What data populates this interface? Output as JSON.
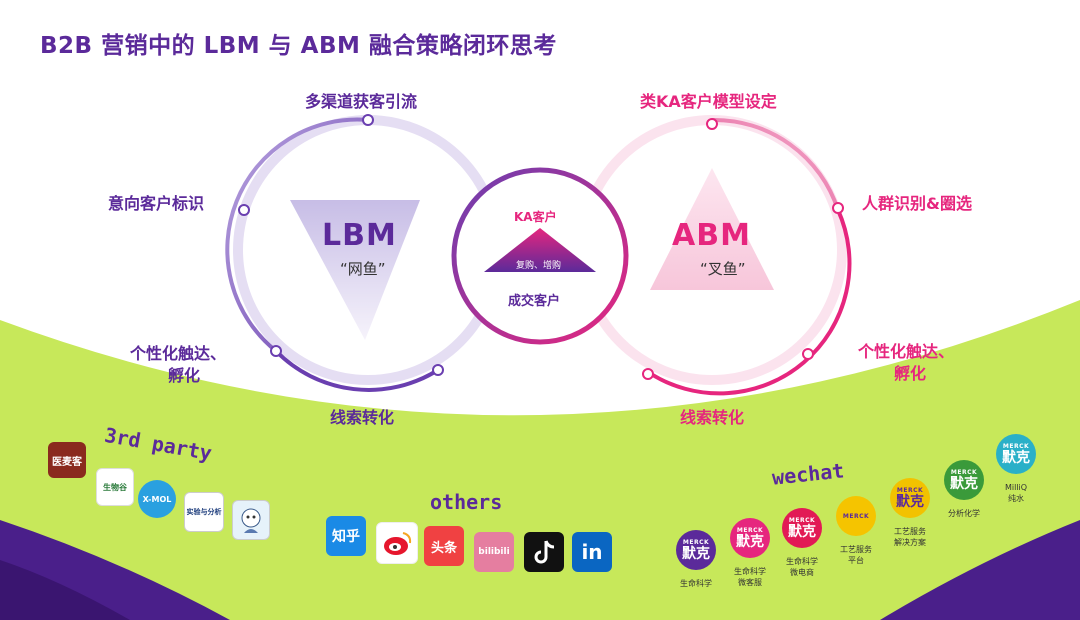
{
  "title": "B2B 营销中的 LBM 与 ABM 融合策略闭环思考",
  "lbm": {
    "name": "LBM",
    "subtitle": "“网鱼”",
    "labels": {
      "top": "多渠道获客引流",
      "left": "意向客户标识",
      "bottom_left_1": "个性化触达、",
      "bottom_left_2": "孵化",
      "bottom": "线索转化"
    }
  },
  "abm": {
    "name": "ABM",
    "subtitle": "“叉鱼”",
    "labels": {
      "top": "类KA客户模型设定",
      "right": "人群识别&圈选",
      "bottom_right_1": "个性化触达、",
      "bottom_right_2": "孵化",
      "bottom": "线索转化"
    }
  },
  "center": {
    "top": "KA客户",
    "arrow": "复购、增购",
    "bottom": "成交客户"
  },
  "third_party": {
    "heading": "3rd party",
    "logos": [
      "医麦客",
      "生物谷",
      "X-MOL",
      "实验与分析",
      "avatar"
    ]
  },
  "others": {
    "heading": "others",
    "logos": [
      "知乎",
      "weibo",
      "头条",
      "bilibili",
      "tiktok",
      "in"
    ]
  },
  "wechat": {
    "heading": "wechat",
    "badge_top": "MERCK",
    "badge_main": "默克",
    "accounts": [
      {
        "label_1": "生命科学",
        "label_2": "",
        "color": "#5b2a9a"
      },
      {
        "label_1": "生命科学",
        "label_2": "微客服",
        "color": "#e6267e"
      },
      {
        "label_1": "生命科学",
        "label_2": "微电商",
        "color": "#e21a55"
      },
      {
        "label_1": "工艺服务",
        "label_2": "平台",
        "color": "#f5c400"
      },
      {
        "label_1": "工艺服务",
        "label_2": "解决方案",
        "color": "#f2c200"
      },
      {
        "label_1": "分析化学",
        "label_2": "",
        "color": "#3a9a3a"
      },
      {
        "label_1": "MilliQ",
        "label_2": "纯水",
        "color": "#2ab0c8"
      }
    ]
  },
  "colors": {
    "purple": "#5b2a9a",
    "pink": "#e6267e",
    "lime": "#c7e85a",
    "deep_purple": "#4a1f8a"
  }
}
